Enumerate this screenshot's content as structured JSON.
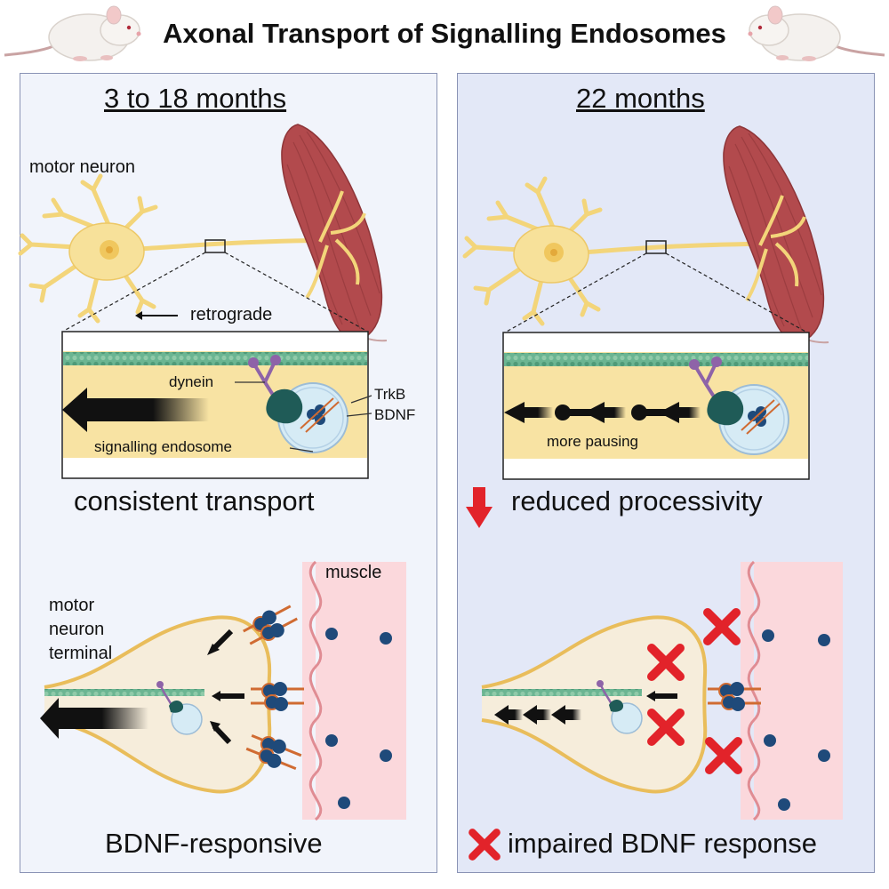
{
  "title": "Axonal Transport of Signalling Endosomes",
  "left_panel": {
    "heading": "3 to 18 months",
    "motor_neuron_label": "motor neuron",
    "retrograde_label": "retrograde",
    "dynein_label": "dynein",
    "trkb_label": "TrkB",
    "bdnf_label": "BDNF",
    "endosome_label": "signalling endosome",
    "transport_caption": "consistent transport",
    "muscle_label": "muscle",
    "terminal_label_line1": "motor",
    "terminal_label_line2": "neuron",
    "terminal_label_line3": "terminal",
    "response_caption": "BDNF-responsive"
  },
  "right_panel": {
    "heading": "22 months",
    "pausing_label": "more pausing",
    "transport_caption": "reduced processivity",
    "response_caption": "impaired BDNF response"
  },
  "colors": {
    "left_bg": "#f1f4fb",
    "right_bg": "#e3e8f7",
    "neuron": "#f7e19a",
    "axon_fill": "#f8e3a3",
    "microtubule": "#5fae8a",
    "endosome": "#d6ebf5",
    "dynein": "#8e63a8",
    "muscle": "#b24a4d",
    "muscle_bg": "#fbd8dc",
    "bdnf": "#1f4a7a",
    "red_mark": "#e2232a"
  },
  "icons": [
    "mouse-icon",
    "neuron-icon",
    "muscle-icon",
    "arrow-icon",
    "down-arrow-icon",
    "cross-icon"
  ]
}
